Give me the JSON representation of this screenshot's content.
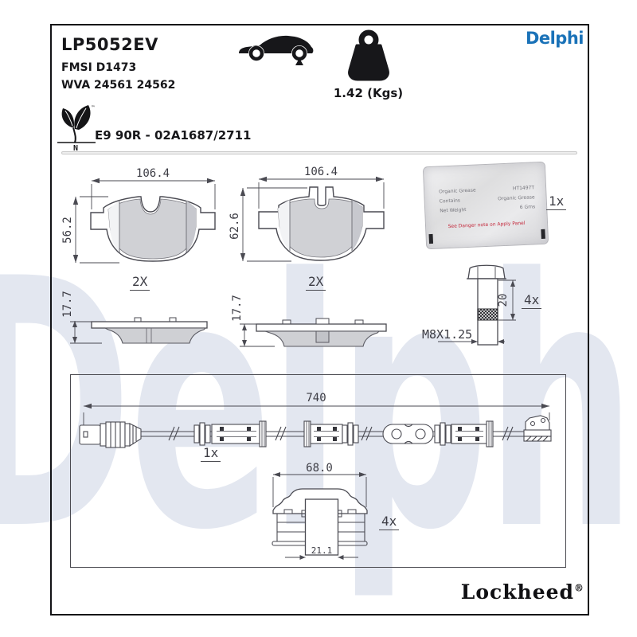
{
  "watermark": "Delphi",
  "brand": {
    "logo": "Delphi",
    "footer_logo": "Lockheed",
    "registered": "®"
  },
  "header": {
    "part_number": "LP5052EV",
    "fmsi": "FMSI D1473",
    "wva": "WVA 24561 24562",
    "weight": "1.42 (Kgs)",
    "approval": "E9 90R - 02A1687/2711",
    "eco_letter": "N",
    "trademark": "™"
  },
  "icons": {
    "car": "car-rear-axle-arrow-icon",
    "weight": "weight-kettlebell-icon",
    "eco": "eco-leaves-icon"
  },
  "pads": {
    "front_left": {
      "width": "106.4",
      "height": "56.2",
      "qty": "2X"
    },
    "front_right": {
      "width": "106.4",
      "height": "62.6",
      "qty": "2X"
    },
    "side_left": {
      "thickness": "17.7"
    },
    "side_right": {
      "thickness": "17.7"
    }
  },
  "grease": {
    "qty": "1x",
    "rows": [
      [
        "Organic Grease",
        "HT1497T"
      ],
      [
        "Contains",
        "Organic Grease"
      ],
      [
        "Net Weight",
        "6 Gms"
      ]
    ],
    "warning": "See Danger note on Apply Panel"
  },
  "bolt": {
    "length": "20",
    "thread": "M8X1.25",
    "qty": "4x"
  },
  "sensor": {
    "length": "740",
    "qty": "1x"
  },
  "clip": {
    "width": "68.0",
    "inner": "21.1",
    "qty": "4x"
  },
  "colors": {
    "accent_blue": "#1a72b8",
    "watermark": "#e3e7f0",
    "friction_gray": "#d0d1d5"
  }
}
